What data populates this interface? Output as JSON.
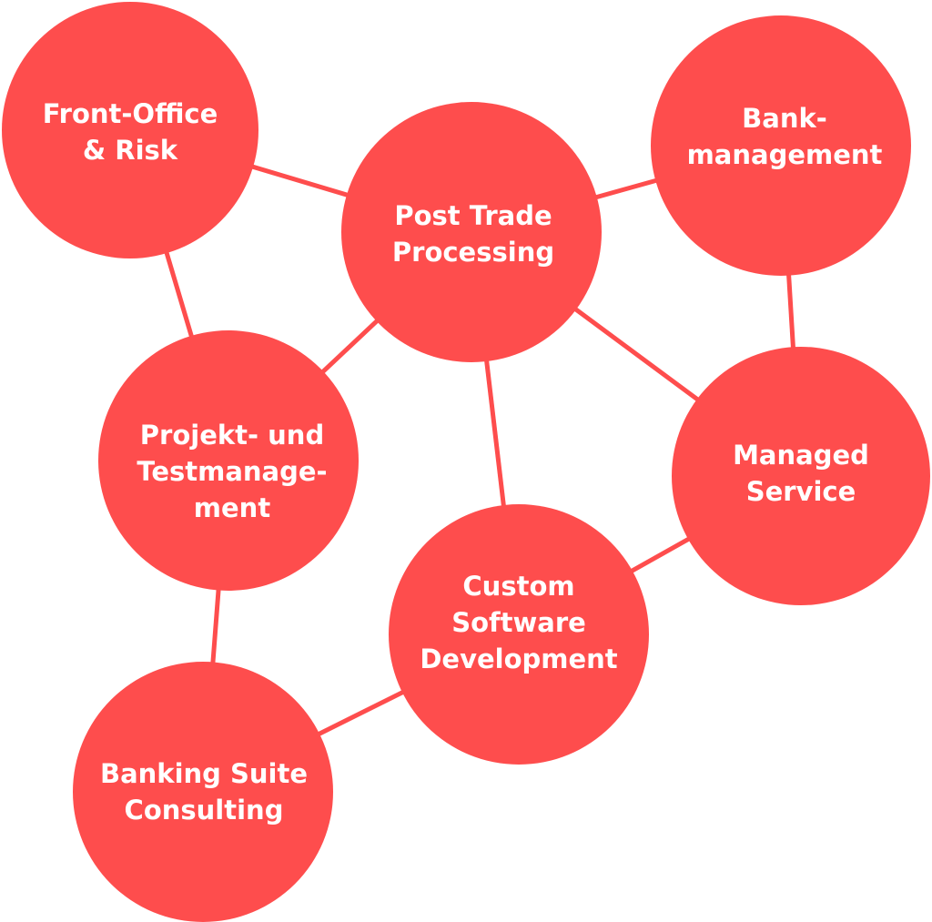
{
  "colors": {
    "node_fill": "#fe4d4d",
    "edge_stroke": "#fe4d4d",
    "label_text": "#ffffff",
    "background": "#ffffff"
  },
  "nodes": [
    {
      "id": "front-office",
      "lines": [
        "Front-Office",
        "& Risk"
      ]
    },
    {
      "id": "post-trade",
      "lines": [
        "Post Trade",
        "Processing"
      ]
    },
    {
      "id": "bankmanagement",
      "lines": [
        "Bank-",
        "management"
      ]
    },
    {
      "id": "projekt",
      "lines": [
        "Projekt- und",
        "Testmanage-",
        "ment"
      ]
    },
    {
      "id": "managed-service",
      "lines": [
        "Managed",
        "Service"
      ]
    },
    {
      "id": "custom-software",
      "lines": [
        "Custom",
        "Software",
        "Development"
      ]
    },
    {
      "id": "banking-suite",
      "lines": [
        "Banking Suite",
        "Consulting"
      ]
    }
  ],
  "edges": [
    {
      "from": "front-office",
      "to": "post-trade"
    },
    {
      "from": "front-office",
      "to": "projekt"
    },
    {
      "from": "post-trade",
      "to": "bankmanagement"
    },
    {
      "from": "post-trade",
      "to": "projekt"
    },
    {
      "from": "post-trade",
      "to": "managed-service"
    },
    {
      "from": "post-trade",
      "to": "custom-software"
    },
    {
      "from": "bankmanagement",
      "to": "managed-service"
    },
    {
      "from": "managed-service",
      "to": "custom-software"
    },
    {
      "from": "projekt",
      "to": "banking-suite"
    },
    {
      "from": "custom-software",
      "to": "banking-suite"
    }
  ]
}
